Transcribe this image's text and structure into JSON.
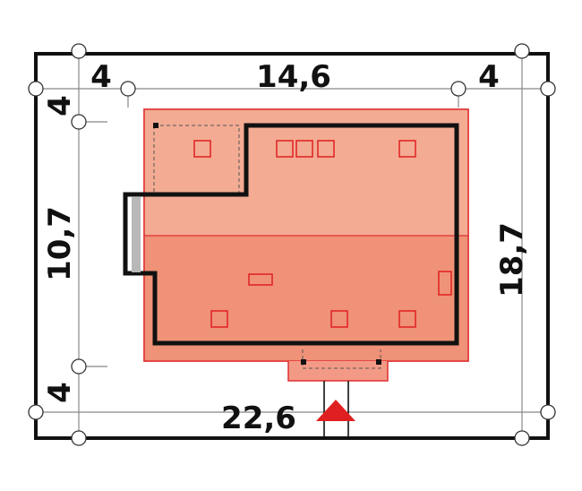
{
  "dimensions": {
    "top_left_setback": "4",
    "top_width": "14,6",
    "top_right_setback": "4",
    "left_top_setback": "4",
    "left_depth": "10,7",
    "left_bottom_setback": "4",
    "right_total": "18,7",
    "bottom_total": "22,6"
  },
  "colors": {
    "plot_border": "#111111",
    "dim_line": "#777777",
    "roof_back": "#f3ab93",
    "roof_front": "#ef9277",
    "roof_outline": "#e03030",
    "eave_fill": "#f28a7a",
    "wall": "#111111",
    "entrance_marker": "#e02020",
    "background": "#ffffff"
  },
  "icons": {
    "entrance": "entrance-triangle-icon",
    "chimney": "chimney-icon",
    "roof_window": "roof-window-icon",
    "node": "circle-node-icon"
  }
}
